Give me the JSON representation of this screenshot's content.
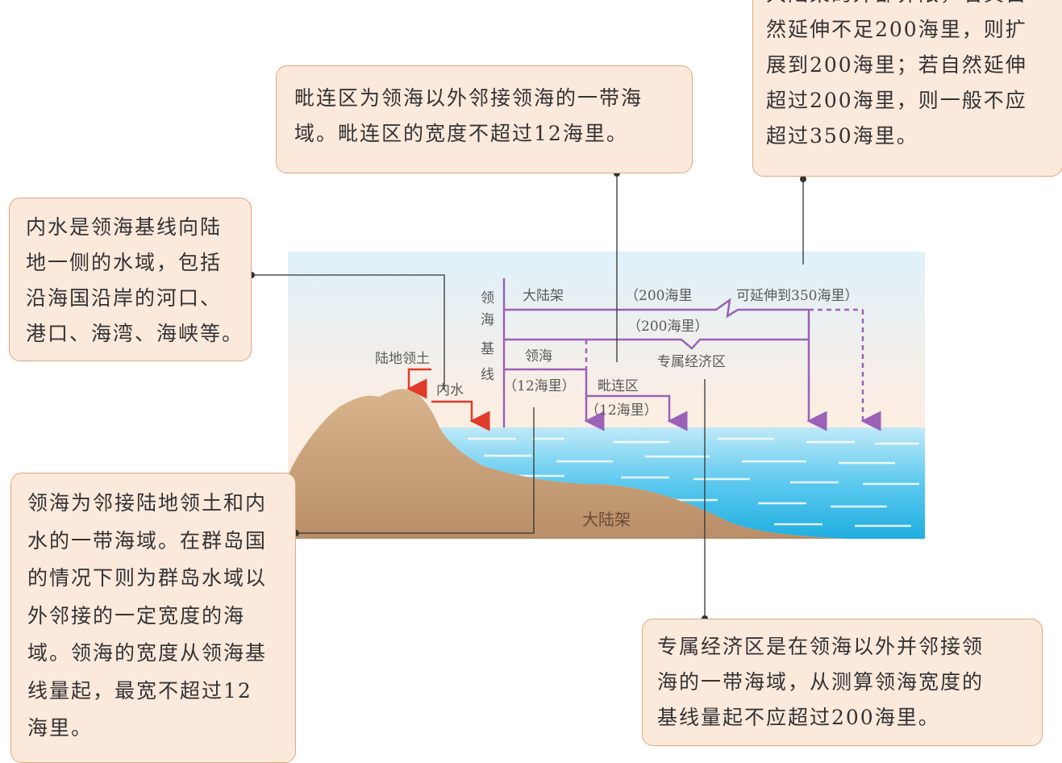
{
  "notes": {
    "contiguous_zone": [
      "毗连区为领海以外邻接领海的一带海",
      "域。毗连区的宽度不超过12海里。"
    ],
    "continental_shelf": [
      "大陆架的外部界限，若其自",
      "然延伸不足200海里，则扩",
      "展到200海里；若自然延伸",
      "超过200海里，则一般不应",
      "超过350海里。"
    ],
    "internal_waters": [
      "内水是领海基线向陆",
      "地一侧的水域，包括",
      "沿海国沿岸的河口、",
      "港口、海湾、海峡等。"
    ],
    "territorial_sea": [
      "领海为邻接陆地领土和内",
      "水的一带海域。在群岛国",
      "的情况下则为群岛水域以",
      "外邻接的一定宽度的海",
      "域。领海的宽度从领海基",
      "线量起，最宽不超过12",
      "海里。"
    ],
    "eez": [
      "专属经济区是在领海以外并邻接领",
      "海的一带海域，从测算领海宽度的",
      "基线量起不应超过200海里。"
    ]
  },
  "diagram": {
    "baseline_chars": [
      "领",
      "海",
      "基",
      "线"
    ],
    "shelf_label": "大陆架",
    "shelf_range": "（200海里",
    "shelf_extend": "可延伸到350海里）",
    "eez_range": "（200海里）",
    "territorial_label": "领海",
    "territorial_range": "（12海里）",
    "eez_label": "专属经济区",
    "contiguous_label": "毗连区",
    "contiguous_range": "（12海里）",
    "land_label": "陆地领土",
    "internal_label": "内水",
    "bottom_shelf_label": "大陆架"
  },
  "colors": {
    "zone_line": "#9b62b8",
    "land_arrow": "#e03a2a",
    "sea": "#2bb4e3",
    "land": "#c9a67e",
    "note_bg": "#fbe9dc",
    "note_border": "#e2a77b"
  }
}
